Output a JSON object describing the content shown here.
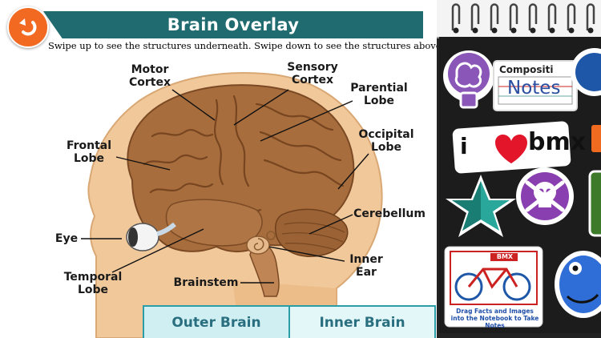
{
  "header": {
    "title": "Brain Overlay",
    "instruction": "Swipe up to see the structures underneath. Swipe down to see the structures above."
  },
  "diagram": {
    "labels": {
      "motor_cortex": "Motor Cortex",
      "sensory_cortex": "Sensory Cortex",
      "parental_lobe": "Parential Lobe",
      "frontal_lobe": "Frontal Lobe",
      "occipital_lobe": "Occipital Lobe",
      "cerebellum": "Cerebellum",
      "eye": "Eye",
      "temporal_lobe": "Temporal Lobe",
      "brainstem": "Brainstem",
      "inner_ear": "Inner Ear"
    }
  },
  "tabs": [
    {
      "label": "Outer Brain"
    },
    {
      "label": "Inner Brain"
    }
  ],
  "notebook": {
    "stickers": {
      "composition": "Compositi",
      "notes": "Notes",
      "i_love_bmx_i": "i",
      "i_love_bmx_text": "bmx",
      "bmx_badge": "BMX"
    },
    "drag_hint": "Drag Facts and Images into the Notebook to Take Notes"
  },
  "colors": {
    "title_bar": "#1f6b70",
    "back_button": "#f26a21",
    "tab_border": "#2a9da6",
    "tab_fill": "#cfeff2",
    "brain": "#a86d3d",
    "head": "#f1c89a"
  }
}
